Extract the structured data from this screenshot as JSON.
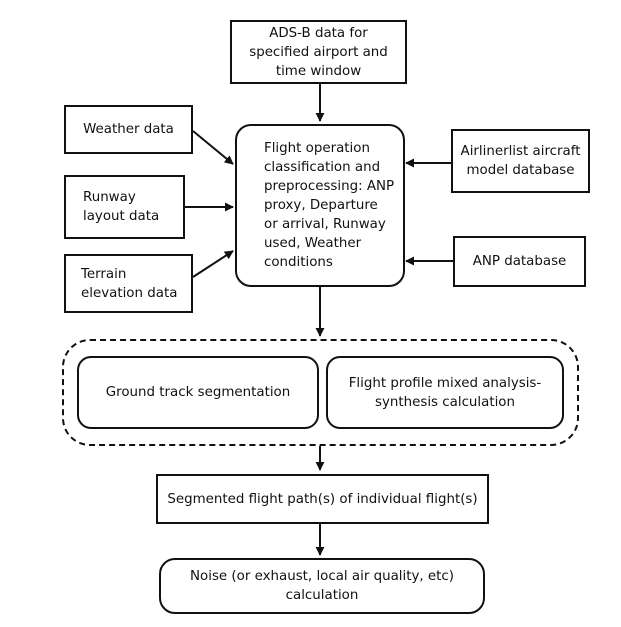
{
  "nodes": {
    "adsb": "ADS-B data for specified airport and time window",
    "weather": "Weather data",
    "runway": "Runway layout data",
    "terrain": "Terrain elevation data",
    "classification": "Flight operation classification and preprocessing: ANP proxy, Departure or arrival, Runway used, Weather conditions",
    "airlinerlist": "Airlinerlist aircraft model database",
    "anp_db": "ANP database",
    "ground_track": "Ground track segmentation",
    "flight_profile": "Flight profile mixed analysis-synthesis calculation",
    "segmented": "Segmented flight path(s) of individual flight(s)",
    "noise": "Noise (or exhaust, local air quality, etc) calculation"
  }
}
